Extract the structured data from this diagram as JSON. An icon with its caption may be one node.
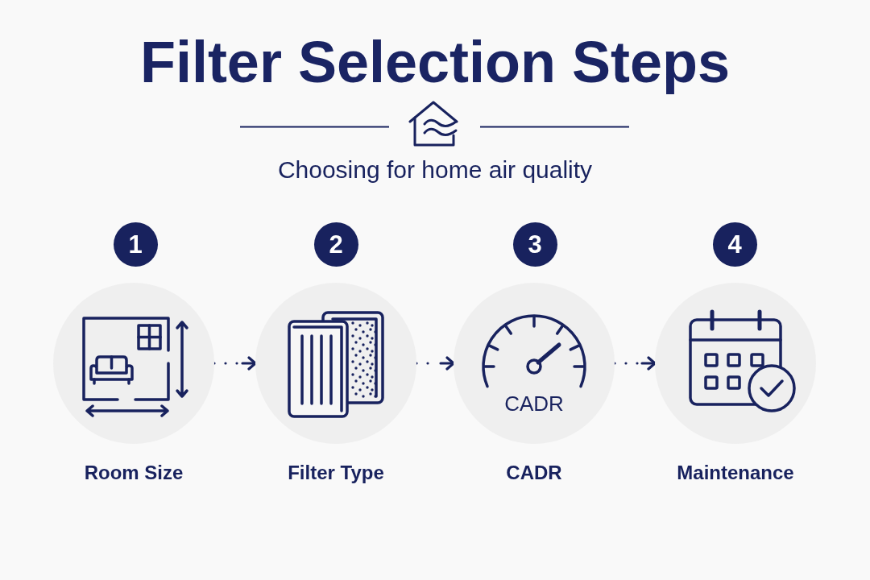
{
  "diagram": {
    "title": "Filter Selection Steps",
    "nodes": [
      {
        "text": [
          "1"
        ]
      },
      {
        "text": [
          "2"
        ]
      },
      {
        "text": [
          "3"
        ]
      },
      {
        "text": [
          "4"
        ]
      },
      {
        "text": [
          "Room Size"
        ]
      },
      {
        "text": [
          "Filter Type"
        ]
      },
      {
        "text": [
          "CADR",
          "CADR"
        ]
      },
      {
        "text": [
          "Maintenance"
        ]
      }
    ],
    "edges": [
      {
        "from": 4,
        "to": 5,
        "arrow": "to",
        "style": "dashed"
      },
      {
        "from": 5,
        "to": 6,
        "arrow": "to",
        "style": "dashed"
      },
      {
        "from": 6,
        "to": 7,
        "arrow": "to",
        "style": "dashed"
      }
    ],
    "labels": [
      "Choosing for home air quality"
    ]
  }
}
